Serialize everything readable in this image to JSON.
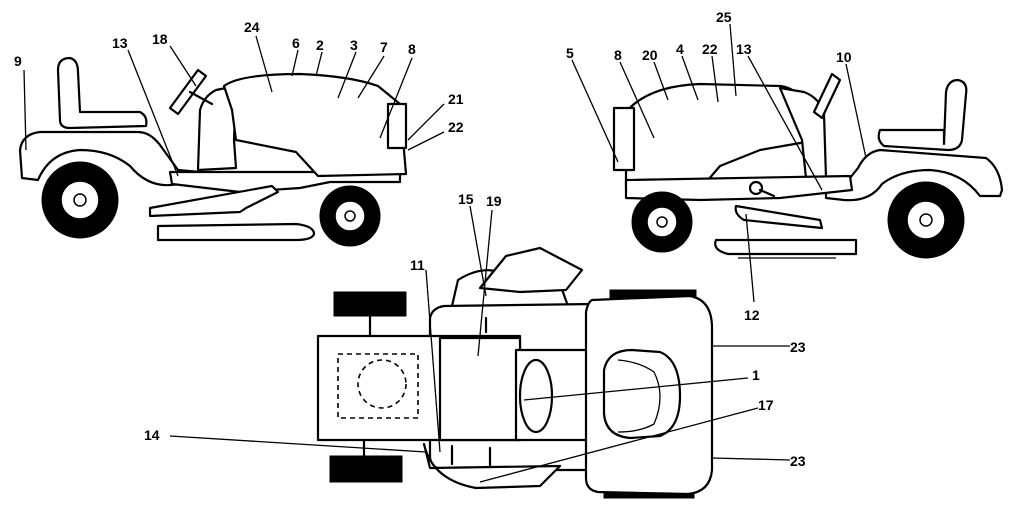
{
  "labels": [
    {
      "id": "l9",
      "text": "9"
    },
    {
      "id": "l13a",
      "text": "13"
    },
    {
      "id": "l18",
      "text": "18"
    },
    {
      "id": "l24",
      "text": "24"
    },
    {
      "id": "l6",
      "text": "6"
    },
    {
      "id": "l2",
      "text": "2"
    },
    {
      "id": "l3",
      "text": "3"
    },
    {
      "id": "l7",
      "text": "7"
    },
    {
      "id": "l8a",
      "text": "8"
    },
    {
      "id": "l21",
      "text": "21"
    },
    {
      "id": "l22a",
      "text": "22"
    },
    {
      "id": "l5",
      "text": "5"
    },
    {
      "id": "l8b",
      "text": "8"
    },
    {
      "id": "l20",
      "text": "20"
    },
    {
      "id": "l4",
      "text": "4"
    },
    {
      "id": "l22b",
      "text": "22"
    },
    {
      "id": "l25",
      "text": "25"
    },
    {
      "id": "l13b",
      "text": "13"
    },
    {
      "id": "l10",
      "text": "10"
    },
    {
      "id": "l12",
      "text": "12"
    },
    {
      "id": "l15",
      "text": "15"
    },
    {
      "id": "l19",
      "text": "19"
    },
    {
      "id": "l11",
      "text": "11"
    },
    {
      "id": "l14",
      "text": "14"
    },
    {
      "id": "l1",
      "text": "1"
    },
    {
      "id": "l17",
      "text": "17"
    },
    {
      "id": "l23a",
      "text": "23"
    },
    {
      "id": "l23b",
      "text": "23"
    }
  ]
}
